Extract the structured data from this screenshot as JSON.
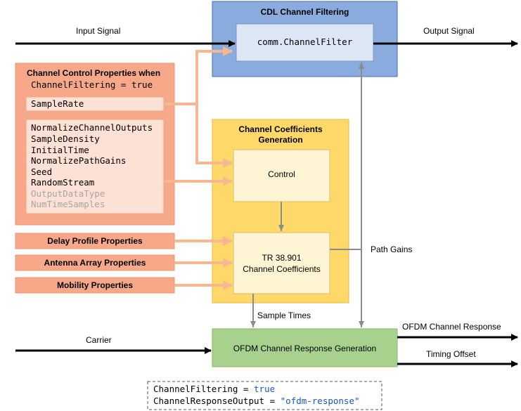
{
  "labels": {
    "input_signal": "Input Signal",
    "output_signal": "Output Signal",
    "path_gains": "Path Gains",
    "sample_times": "Sample Times",
    "carrier": "Carrier",
    "ofdm_channel_response": "OFDM Channel Response",
    "timing_offset": "Timing Offset"
  },
  "cdl": {
    "title": "CDL Channel Filtering",
    "filter": "comm.ChannelFilter"
  },
  "control_props": {
    "title_line1": "Channel Control Properties when",
    "title_line2": "ChannelFiltering = true",
    "samplerate": "SampleRate",
    "items": [
      "NormalizeChannelOutputs",
      "SampleDensity",
      "InitialTime",
      "NormalizePathGains",
      "Seed",
      "RandomStream"
    ],
    "disabled_items": [
      "OutputDataType",
      "NumTimeSamples"
    ]
  },
  "ccg": {
    "title_line1": "Channel Coefficients",
    "title_line2": "Generation",
    "control": "Control",
    "tr_line1": "TR 38.901",
    "tr_line2": "Channel Coefficients"
  },
  "props": {
    "delay": "Delay Profile Properties",
    "antenna": "Antenna Array Properties",
    "mobility": "Mobility Properties"
  },
  "ofdm": {
    "label": "OFDM Channel Response Generation"
  },
  "code": {
    "line1_prefix": "ChannelFiltering = ",
    "line1_value": "true",
    "line2_prefix": "ChannelResponseOutput = ",
    "line2_value": "\"ofdm-response\""
  },
  "colors": {
    "cdl_fill": "#8aabde",
    "filter_fill": "#dde6f5",
    "control_outer": "#f6a888",
    "control_inner": "#fde1d4",
    "ccg_fill": "#ffd86a",
    "inner_yellow": "#fff5d4",
    "prop_fill": "#f6a888",
    "ofdm_fill": "#a9d18e",
    "orange_arrow": "#f8b793",
    "gray_arrow": "#8c8c8c",
    "disabled_text": "#a6a6a6",
    "code_blue": "#1a56c4"
  }
}
